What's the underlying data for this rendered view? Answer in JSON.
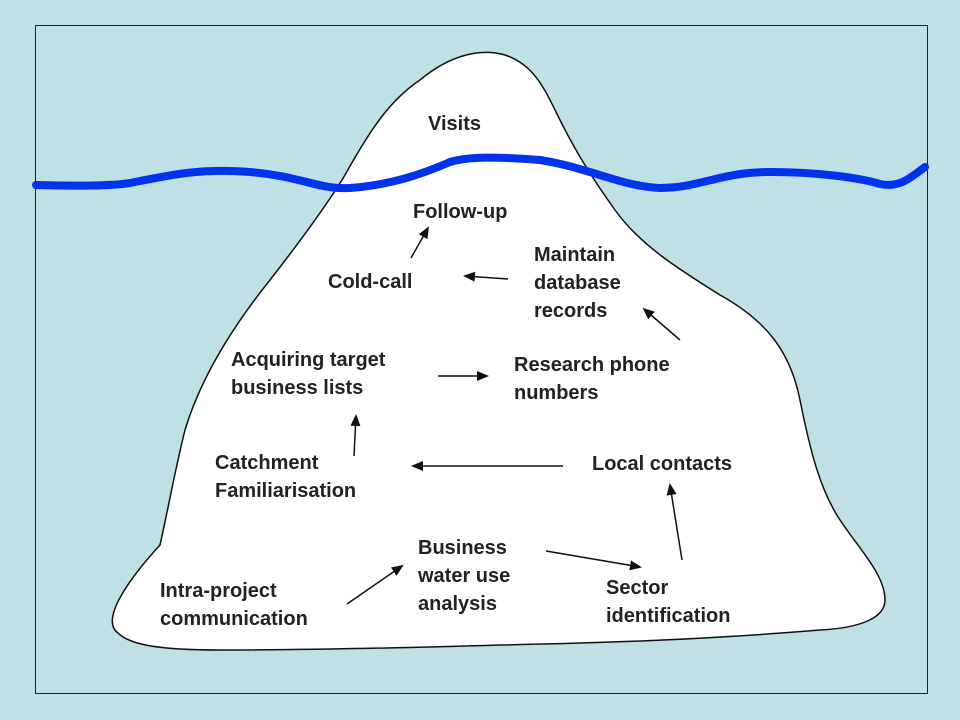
{
  "diagram": {
    "colors": {
      "background": "#bfe0e4",
      "iceberg": "#ffffff",
      "waterline": "#0033ee",
      "outline": "#111111"
    },
    "labels": {
      "visits": "Visits",
      "follow_up": "Follow-up",
      "maintain_records": "Maintain\ndatabase\nrecords",
      "cold_call": "Cold-call",
      "acquiring_lists": "Acquiring target\nbusiness lists",
      "research_phone": "Research phone\nnumbers",
      "catchment": "Catchment\nFamiliarisation",
      "local_contacts": "Local contacts",
      "business_water": "Business\nwater use\nanalysis",
      "intra_project": "Intra-project\ncommunication",
      "sector_identification": "Sector\nidentification"
    }
  }
}
